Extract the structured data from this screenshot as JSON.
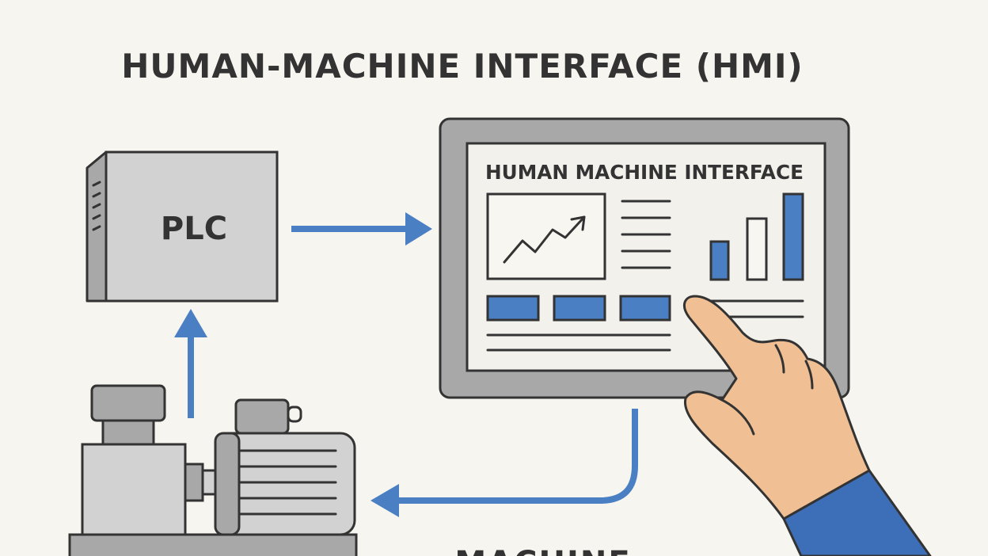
{
  "title": "HUMAN-MACHINE INTERFACE (HMI)",
  "plc": {
    "label": "PLC"
  },
  "screen": {
    "heading": "HUMAN MACHINE INTERFACE"
  },
  "machine": {
    "label": "MACHINE"
  },
  "colors": {
    "background": "#f7f5ef",
    "stroke": "#333333",
    "accent_blue": "#4a7fc4",
    "device_grey": "#d2d2d2",
    "device_grey_dark": "#a8a8a8",
    "screen_face": "#f2f1ec",
    "skin": "#f0bf93",
    "sleeve": "#3d6fb8"
  }
}
